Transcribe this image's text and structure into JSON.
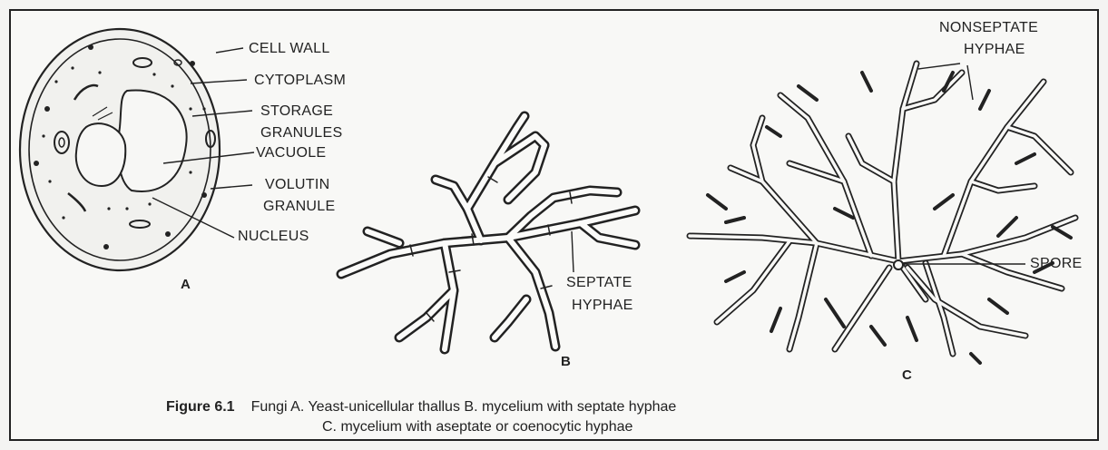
{
  "labels": {
    "cell_wall": "CELL WALL",
    "cytoplasm": "CYTOPLASM",
    "storage_1": "STORAGE",
    "storage_2": "GRANULES",
    "vacuole": "VACUOLE",
    "volutin_1": "VOLUTIN",
    "volutin_2": "GRANULE",
    "nucleus": "NUCLEUS",
    "septate_1": "SEPTATE",
    "septate_2": "HYPHAE",
    "nonseptate_1": "NONSEPTATE",
    "nonseptate_2": "HYPHAE",
    "spore": "SPORE"
  },
  "panels": {
    "a": "A",
    "b": "B",
    "c": "C"
  },
  "caption": {
    "figure": "Figure 6.1",
    "line1": "Fungi A. Yeast-unicellular thallus B. mycelium with septate hyphae",
    "line2": "C. mycelium with aseptate or coenocytic hyphae"
  }
}
